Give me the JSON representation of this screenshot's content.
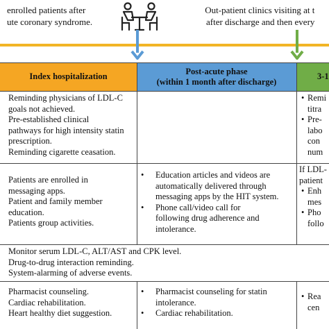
{
  "top": {
    "left_text": [
      "enrolled patients after",
      "ute coronary syndrome."
    ],
    "right_text": [
      "Out-patient clinics visiting at t",
      "after discharge and then every"
    ]
  },
  "colors": {
    "timeline": "#f2b526",
    "phase1": "#f5a623",
    "phase2": "#5b9bd5",
    "phase3": "#70ad47",
    "arrow_blue": "#5b9bd5",
    "arrow_green": "#70ad47"
  },
  "headers": {
    "index": "Index hospitalization",
    "post_acute": [
      "Post-acute phase",
      "(within 1 month after discharge)"
    ],
    "third": "3-1"
  },
  "row1": {
    "col1": [
      "Reminding physicians of LDL-C",
      "goals not achieved.",
      "Pre-established clinical",
      "pathways for high intensity statin",
      "prescription.",
      "Reminding cigarette ceasation."
    ],
    "col3": [
      "Remi",
      "titra",
      "Pre-",
      "labo",
      "con",
      "num"
    ]
  },
  "row2": {
    "col1": [
      "Patients are enrolled in",
      "messaging apps.",
      "Patient and family member",
      "education.",
      "Patients group activities."
    ],
    "col2_b1": [
      "Education articles and videos are",
      "automatically delivered through",
      "messaging apps by the HIT system."
    ],
    "col2_b2": [
      "Phone call/video call for",
      "following drug adherence and",
      "intolerance."
    ],
    "col3": [
      "If LDL-",
      "patient",
      "Enh",
      "mes",
      "Pho",
      "follo"
    ]
  },
  "row3": {
    "lines": [
      "Monitor serum LDL-C, ALT/AST and CPK level.",
      "Drug-to-drug interaction reminding.",
      "System-alarming of adverse events."
    ]
  },
  "row4": {
    "col1": [
      "Pharmacist counseling.",
      "Cardiac rehabilitation.",
      "Heart healthy diet suggestion."
    ],
    "col2_b1": [
      "Pharmacist counseling for statin",
      "intolerance."
    ],
    "col2_b2": [
      "Cardiac rehabilitation."
    ],
    "col3": [
      "Rea",
      "cen"
    ]
  }
}
